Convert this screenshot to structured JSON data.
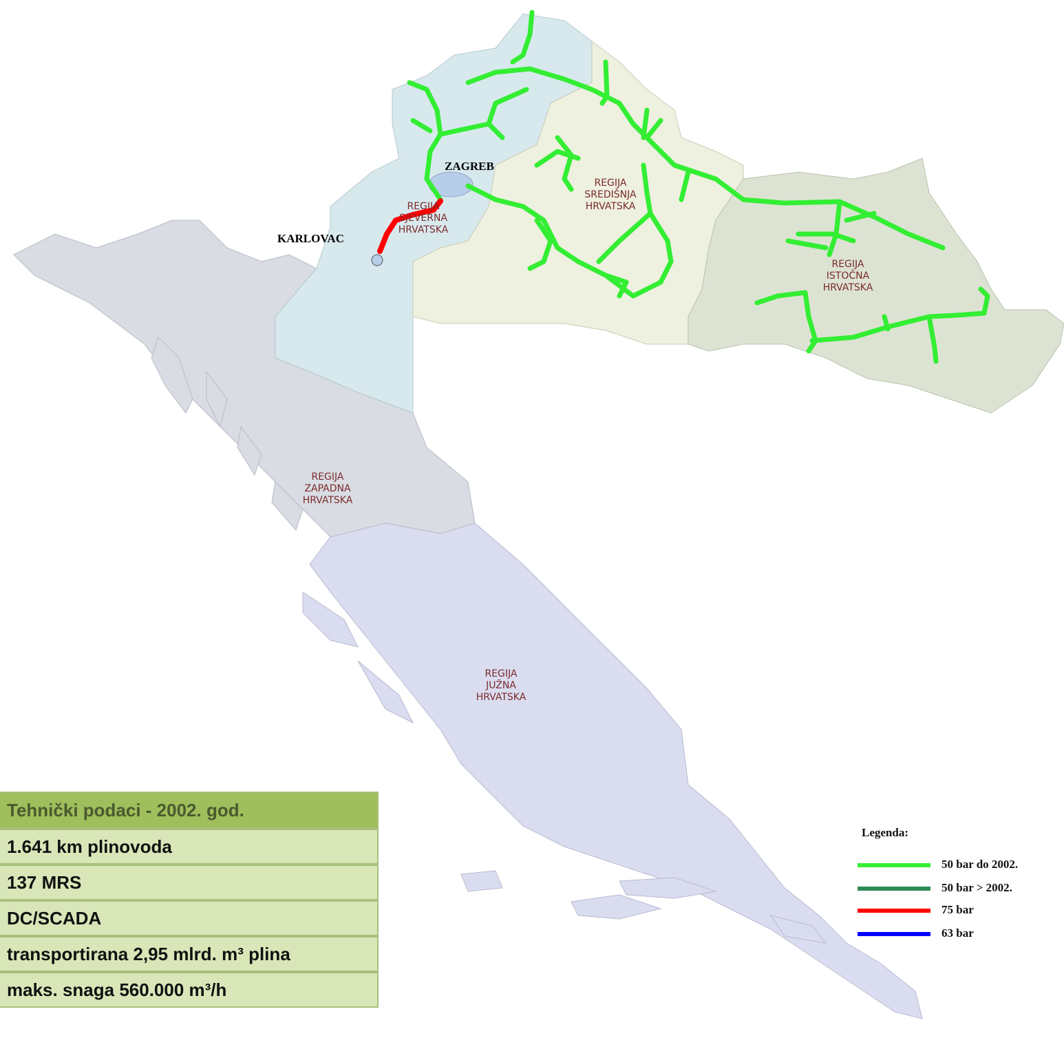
{
  "cities": {
    "zagreb": "ZAGREB",
    "karlovac": "KARLOVAC"
  },
  "regions": {
    "sjeverna": [
      "REGIJA",
      "SJEVERNA",
      "HRVATSKA"
    ],
    "sredisnja": [
      "REGIJA",
      "SREDIŠNJA",
      "HRVATSKA"
    ],
    "istocna": [
      "REGIJA",
      "ISTOČNA",
      "HRVATSKA"
    ],
    "zapadna": [
      "REGIJA",
      "ZAPADNA",
      "HRVATSKA"
    ],
    "juzna": [
      "REGIJA",
      "JUŽNA",
      "HRVATSKA"
    ]
  },
  "tech_table": {
    "header": "Tehnički podaci  -  2002. god.",
    "rows": [
      "1.641 km plinovoda",
      "137 MRS",
      "DC/SCADA",
      "transportirana 2,95 mlrd. m³ plina",
      "maks. snaga 560.000 m³/h"
    ]
  },
  "legend": {
    "title": "Legenda:",
    "items": [
      {
        "label": "50 bar do 2002.",
        "color": "#33ee33"
      },
      {
        "label": "50 bar > 2002.",
        "color": "#2e8b57"
      },
      {
        "label": "75 bar",
        "color": "#ff0000"
      },
      {
        "label": "63 bar",
        "color": "#0000ff"
      }
    ]
  },
  "colors": {
    "region_sjeverna": "#d8e9ee",
    "region_sredisnja": "#eef0e0",
    "region_istocna": "#dde3d3",
    "region_zapadna": "#d9dce3",
    "region_juzna": "#dadcf0",
    "pipe_50_2002": "#33ee33",
    "pipe_75": "#ff0000",
    "table_header": "#9fbe5c",
    "table_row": "#d9e6b8"
  }
}
